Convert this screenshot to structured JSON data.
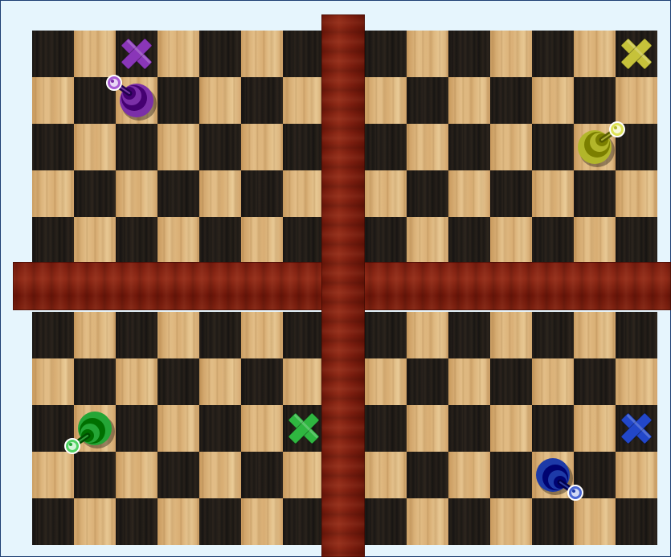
{
  "board": {
    "quadrants": [
      {
        "id": "top-left",
        "rows": 5,
        "cols": 7
      },
      {
        "id": "top-right",
        "rows": 5,
        "cols": 7
      },
      {
        "id": "bottom-left",
        "rows": 5,
        "cols": 7
      },
      {
        "id": "bottom-right",
        "rows": 5,
        "cols": 7
      }
    ],
    "colors": {
      "light_square": "#dcb37a",
      "dark_square": "#1a1714",
      "divider": "#7d1f10",
      "background": "#e6f5fd",
      "frame": "#1d3f73"
    }
  },
  "markers": [
    {
      "player": "purple",
      "color": "#8a36b8",
      "icon": "x-marker-icon",
      "quadrant": "top-left",
      "row": 1,
      "col": 3
    },
    {
      "player": "yellow",
      "color": "#c6c23a",
      "icon": "x-marker-icon",
      "quadrant": "top-right",
      "row": 1,
      "col": 7
    },
    {
      "player": "green",
      "color": "#2fb640",
      "icon": "x-marker-icon",
      "quadrant": "bottom-left",
      "row": 3,
      "col": 7
    },
    {
      "player": "blue",
      "color": "#2247c9",
      "icon": "x-marker-icon",
      "quadrant": "bottom-right",
      "row": 3,
      "col": 7
    }
  ],
  "pawns": [
    {
      "player": "purple",
      "color": "#7b2fa8",
      "icon": "pawn-icon",
      "quadrant": "top-left",
      "row": 2,
      "col": 3
    },
    {
      "player": "yellow",
      "color": "#b2b62a",
      "icon": "pawn-icon",
      "quadrant": "top-right",
      "row": 3,
      "col": 6
    },
    {
      "player": "green",
      "color": "#24a636",
      "icon": "pawn-icon",
      "quadrant": "bottom-left",
      "row": 3,
      "col": 2
    },
    {
      "player": "blue",
      "color": "#1d3aa8",
      "icon": "pawn-icon",
      "quadrant": "bottom-right",
      "row": 4,
      "col": 5
    }
  ]
}
